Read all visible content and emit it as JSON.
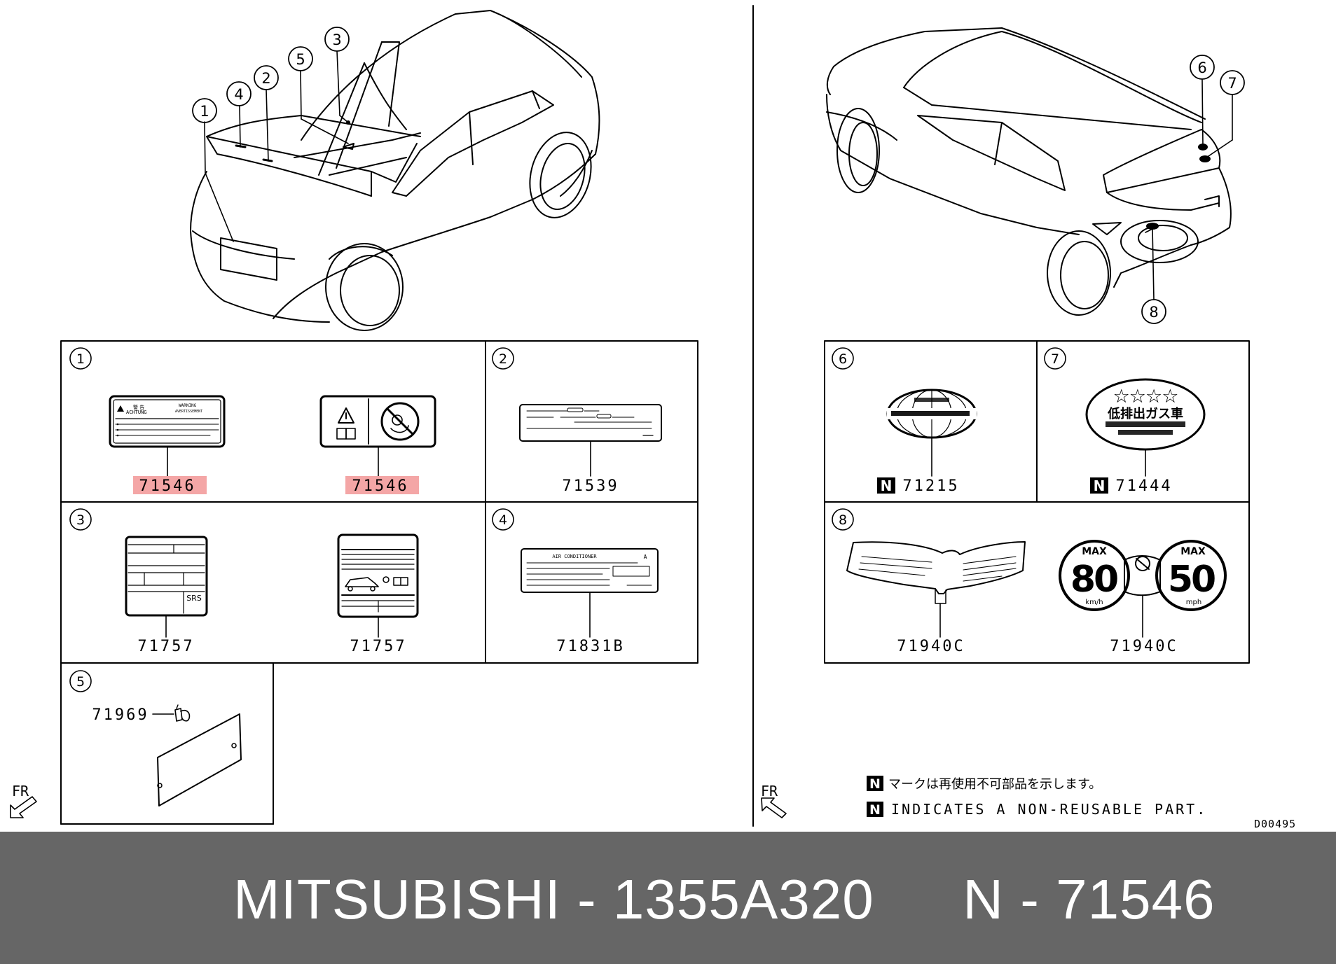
{
  "diagram_id": "D00495",
  "fr_label": "FR",
  "callouts": [
    "1",
    "2",
    "3",
    "4",
    "5",
    "6",
    "7",
    "8"
  ],
  "boxes": [
    {
      "num": "1",
      "parts": [
        "71546",
        "71546"
      ],
      "highlighted": true
    },
    {
      "num": "2",
      "parts": [
        "71539"
      ]
    },
    {
      "num": "3",
      "parts": [
        "71757",
        "71757"
      ]
    },
    {
      "num": "4",
      "parts": [
        "71831B"
      ]
    },
    {
      "num": "5",
      "parts": [
        "71969"
      ]
    },
    {
      "num": "6",
      "parts": [
        "71215"
      ],
      "non_reusable": true
    },
    {
      "num": "7",
      "parts": [
        "71444"
      ],
      "non_reusable": true
    },
    {
      "num": "8",
      "parts": [
        "71940C",
        "71940C"
      ]
    }
  ],
  "label_text": {
    "warning_jp": "警 告",
    "warning_en": "WARNING",
    "achtung": "ACHTUNG",
    "avertissement": "AVERTISSEMENT",
    "srs": "SRS",
    "air_conditioner": "AIR CONDITIONER",
    "ac_letter": "A",
    "speed_max_left": "MAX",
    "speed_value_left": "80",
    "speed_unit_left": "km/h",
    "speed_max_right": "MAX",
    "speed_value_right": "50",
    "speed_unit_right": "mph",
    "stars": "☆☆☆☆",
    "low_emission": "低排出ガス車"
  },
  "legend": {
    "symbol": "N",
    "line_jp": "マークは再使用不可部品を示します。",
    "line_en": "INDICATES A NON-REUSABLE PART."
  },
  "banner": {
    "manufacturer": "MITSUBISHI",
    "part_number": "1355A320",
    "sep": "-",
    "ref_prefix": "N",
    "ref_number": "71546"
  },
  "colors": {
    "highlight": "#f4a6a6",
    "banner_bg": "#666666",
    "banner_text": "#ffffff",
    "line": "#000000"
  }
}
